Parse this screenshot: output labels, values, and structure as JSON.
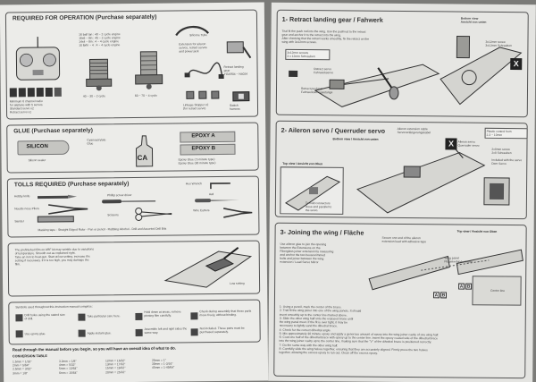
{
  "left": {
    "ops": {
      "title": "REQUIRED FOR OPERATION (Purchase separately)",
      "engines": [
        "16 ball tan : 40 ~ 2 cycle engine",
        "16x6 ~ 8in : 45 ~ 2 cycle engine",
        "14x4 ~ 8in : 4 ~ 4 cycle engine",
        "10 lb/hr ~ 4 : 4 ~ 4 cycle engine"
      ],
      "silicone": "Silicone Tube",
      "extension": [
        "Extension for aileron",
        "servos, retract servos",
        "and power jack"
      ],
      "retract": [
        "Retract landing",
        "gear",
        "YGAR04 ~ N4024"
      ],
      "radio": [
        "Minimum 6 channel radio",
        "for airplane with 5 servos",
        "Standard servo x2",
        "Retract servo x1"
      ],
      "engine_a": "40 ~ 30 ~ 2 cycle",
      "engine_b": "60 ~ 70 ~ 4 cycle",
      "linkage": [
        "Linkage Stopper x2",
        "(for retract servo)"
      ],
      "switch": [
        "Switch",
        "harness"
      ]
    },
    "glue": {
      "title": "GLUE (Purchase separately)",
      "silicon_label": "SILICON",
      "silicon_caption": "Silicon sealer",
      "ca_caption": [
        "Cyanoacrylate",
        "Glue"
      ],
      "ca_label": "CA",
      "epoxy_a": "EPOXY A",
      "epoxy_b": "EPOXY B",
      "epoxy_captions": [
        "Epoxy Glue ( 5 minute type)",
        "Epoxy Glue (30 minute type)"
      ]
    },
    "tools": {
      "title": "TOLLS REQUIRED (Purchase separately)",
      "items": [
        "Hobby knife",
        "Needle nose Pliers",
        "Sander",
        "Phillip screw driver",
        "Scissors",
        "Hex Wrench",
        "Awl",
        "Wire Cutters"
      ],
      "footer": "Masking tape - Straight Edged Ruler - Pen or pencil - Rubbing Alcohol - Drill and Assorted Drill Bits"
    },
    "cover": {
      "text": [
        "The prefinished film on ARF kit may wrinkle due to variations",
        "of temperature. Smooth out as explained right.",
        "Take an iron to heat gun. Start at low setting, increase the",
        "setting if necessary. If it is too high, you may damage the",
        "film."
      ],
      "low_setting": "Low setting"
    },
    "symbols": {
      "title": "Symbols used throughout this instruction manual comprise:",
      "items": [
        "Drill holes using the stated size of drill.",
        "Take particular care here.",
        "Hold down at areas, remove pinning film carefully.",
        "Check during assembly that these parts move freely, without binding.",
        "Use epoxy glue.",
        "Apply instant glue.",
        "Assemble left and right sides the same way.",
        "Not included. These parts must be purchased separately."
      ]
    },
    "read": "Read through the manual before you begin, so you will have an overall idea of what to do.",
    "conversion": {
      "title": "CONVERSION TABLE",
      "rows": [
        [
          "1.5mm = 1/16\"",
          "3.2mm = 1/8\"",
          "12mm = 15/32\"",
          "25mm = 1\""
        ],
        [
          "2mm = 5/64\"",
          "4mm = 5/32\"",
          "13mm = 17/32\"",
          "30mm = 1-3/16\""
        ],
        [
          "2.5mm = 3/32\"",
          "5mm = 13/64\"",
          "15mm = 19/32\"",
          "45mm = 1-49/64\""
        ],
        [
          "3mm = 1/8\"",
          "6mm = 15/64\"",
          "20mm = 25/32\"",
          ""
        ]
      ]
    }
  },
  "right": {
    "s1": {
      "title": "1- Retract landing gear / Fahwerk",
      "bottom_view": [
        "Bottom view",
        "Ansicht von unten"
      ],
      "text": [
        "Trial fit the push rod into the wing. Use the pushrod to the retract",
        "gear and anchor it to the retract into the wing.",
        "After checking that the retract works smoothly, fix the retract on the",
        "wing with 3x12mm screws."
      ],
      "screw_label": [
        "3x12mm screws",
        "3 x 12mm Schrauben"
      ],
      "retract_servo": [
        "Retract servo",
        "Fahrwerkservo"
      ],
      "screw_small": [
        "3x12mm screw",
        "3x12mm Schrauben"
      ],
      "pushrod": [
        "Retract pushrod",
        "Fahrwerkservogestange"
      ],
      "tag": "X"
    },
    "s2": {
      "title": "2- Aileron servo / Querruder servo",
      "bottom_view": "Bottom view / Ansicht von unten",
      "top_view": "Top view / Ansicht von Oben",
      "extension": [
        "Aileron extension cable",
        "Servoverlängerungskabel"
      ],
      "aileron_servo": [
        "Aileron servo",
        "Querruder servo"
      ],
      "plastic_pieces": [
        "Plastic control horn",
        "2.3 ~ 10mm"
      ],
      "screw": [
        "2x8mm screw",
        "2x8 Schrauben"
      ],
      "included": [
        "Included with the servo",
        "Dem Servo"
      ],
      "servo_tape": [
        "To hold connectors",
        "close and parallel to",
        "the servo."
      ],
      "tag": "X"
    },
    "s3": {
      "title": "3- Joining the wing / Fläche",
      "top_view": "Top view / Ansicht von Oben",
      "wing_joiner": [
        "Secure one end of the aileron",
        "extension lead with adhesive tape"
      ],
      "wing_hole": [
        "Wing panel",
        "Flügelverbinder/Holm"
      ],
      "center_line": "Center line",
      "left_text": [
        "Use aileron glue to join the opening",
        "between the Extensions on the",
        "Fiberglass joiner extension by measuring",
        "and anchor the two hexacerimmed",
        "bolts and joiner between the wing",
        "extension / Lead Servo Mirror"
      ],
      "steps": [
        "1- Using a pencil, mark the center of the brace.",
        "2- Trial fit the wing joiner into one of the wing panels. It should",
        "   insert smoothly up to the center line marked above.",
        "3- Slide the other wing half onto the exposed brace until",
        "   the wing panel meet. If the fit is over tight, it may be",
        "   necessary to lightly sand the dihedral brace.",
        "4- Check for the correct dihedral angle.",
        "5- Mix approximately 30 minute epoxy and apply a generous amount of epoxy into the wing joiner cavity of one wing half.",
        "6- Coat one half of the dihedral brace with epoxy up to the center line. Insert the epoxy coated side of the dihedral brace",
        "   into the wing joiner cavity up to the center line, making sure that the \"V\" of the dihedral brace is positioned correctly.",
        "7- Do the same way with the other wing half.",
        "8- Carefully slide the wing halves together, ensuring that they are accurately aligned. Firmly press the two halves",
        "   together, allowing the excess epoxy to run out. Clean off the excess epoxy."
      ],
      "ab_a": "A",
      "ab_b": "B"
    }
  }
}
